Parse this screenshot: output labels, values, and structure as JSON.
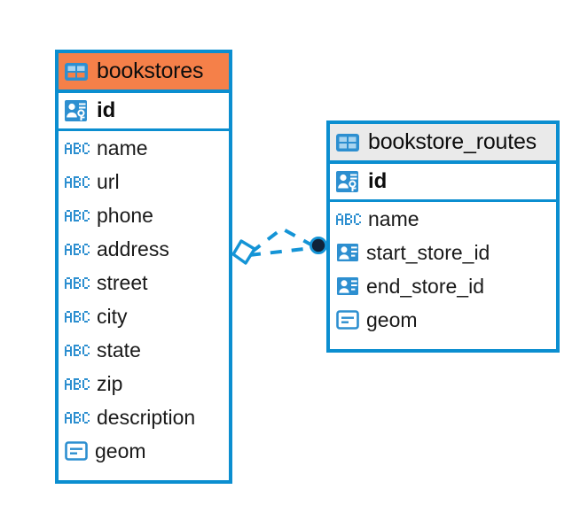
{
  "diagram": {
    "type": "entity-relationship-diagram",
    "background": "#ffffff",
    "accent_border": "#0b8ed0",
    "highlight_header": "#f58049",
    "plain_header": "#eaeaea",
    "icon_blue": "#2d8fd0",
    "abc_blue": "#2d8fd0"
  },
  "entities": [
    {
      "name": "bookstores",
      "header_style": "accent",
      "icon": "table-icon",
      "primary_key": {
        "name": "id",
        "icon": "primary-key-icon"
      },
      "fields": [
        {
          "name": "name",
          "icon": "abc-text-icon"
        },
        {
          "name": "url",
          "icon": "abc-text-icon"
        },
        {
          "name": "phone",
          "icon": "abc-text-icon"
        },
        {
          "name": "address",
          "icon": "abc-text-icon"
        },
        {
          "name": "street",
          "icon": "abc-text-icon"
        },
        {
          "name": "city",
          "icon": "abc-text-icon"
        },
        {
          "name": "state",
          "icon": "abc-text-icon"
        },
        {
          "name": "zip",
          "icon": "abc-text-icon"
        },
        {
          "name": "description",
          "icon": "abc-text-icon"
        },
        {
          "name": "geom",
          "icon": "geometry-icon"
        }
      ]
    },
    {
      "name": "bookstore_routes",
      "header_style": "plain",
      "icon": "table-icon",
      "primary_key": {
        "name": "id",
        "icon": "primary-key-icon"
      },
      "fields": [
        {
          "name": "name",
          "icon": "abc-text-icon"
        },
        {
          "name": "start_store_id",
          "icon": "foreign-key-icon"
        },
        {
          "name": "end_store_id",
          "icon": "foreign-key-icon"
        },
        {
          "name": "geom",
          "icon": "geometry-icon"
        }
      ]
    }
  ],
  "relationship": {
    "from_entity": "bookstores",
    "to_entity": "bookstore_routes",
    "line_style": "dashed",
    "color": "#1494d6",
    "source_marker": "diamond",
    "target_marker": "filled-circle",
    "target_marker_color": "#10243a"
  }
}
